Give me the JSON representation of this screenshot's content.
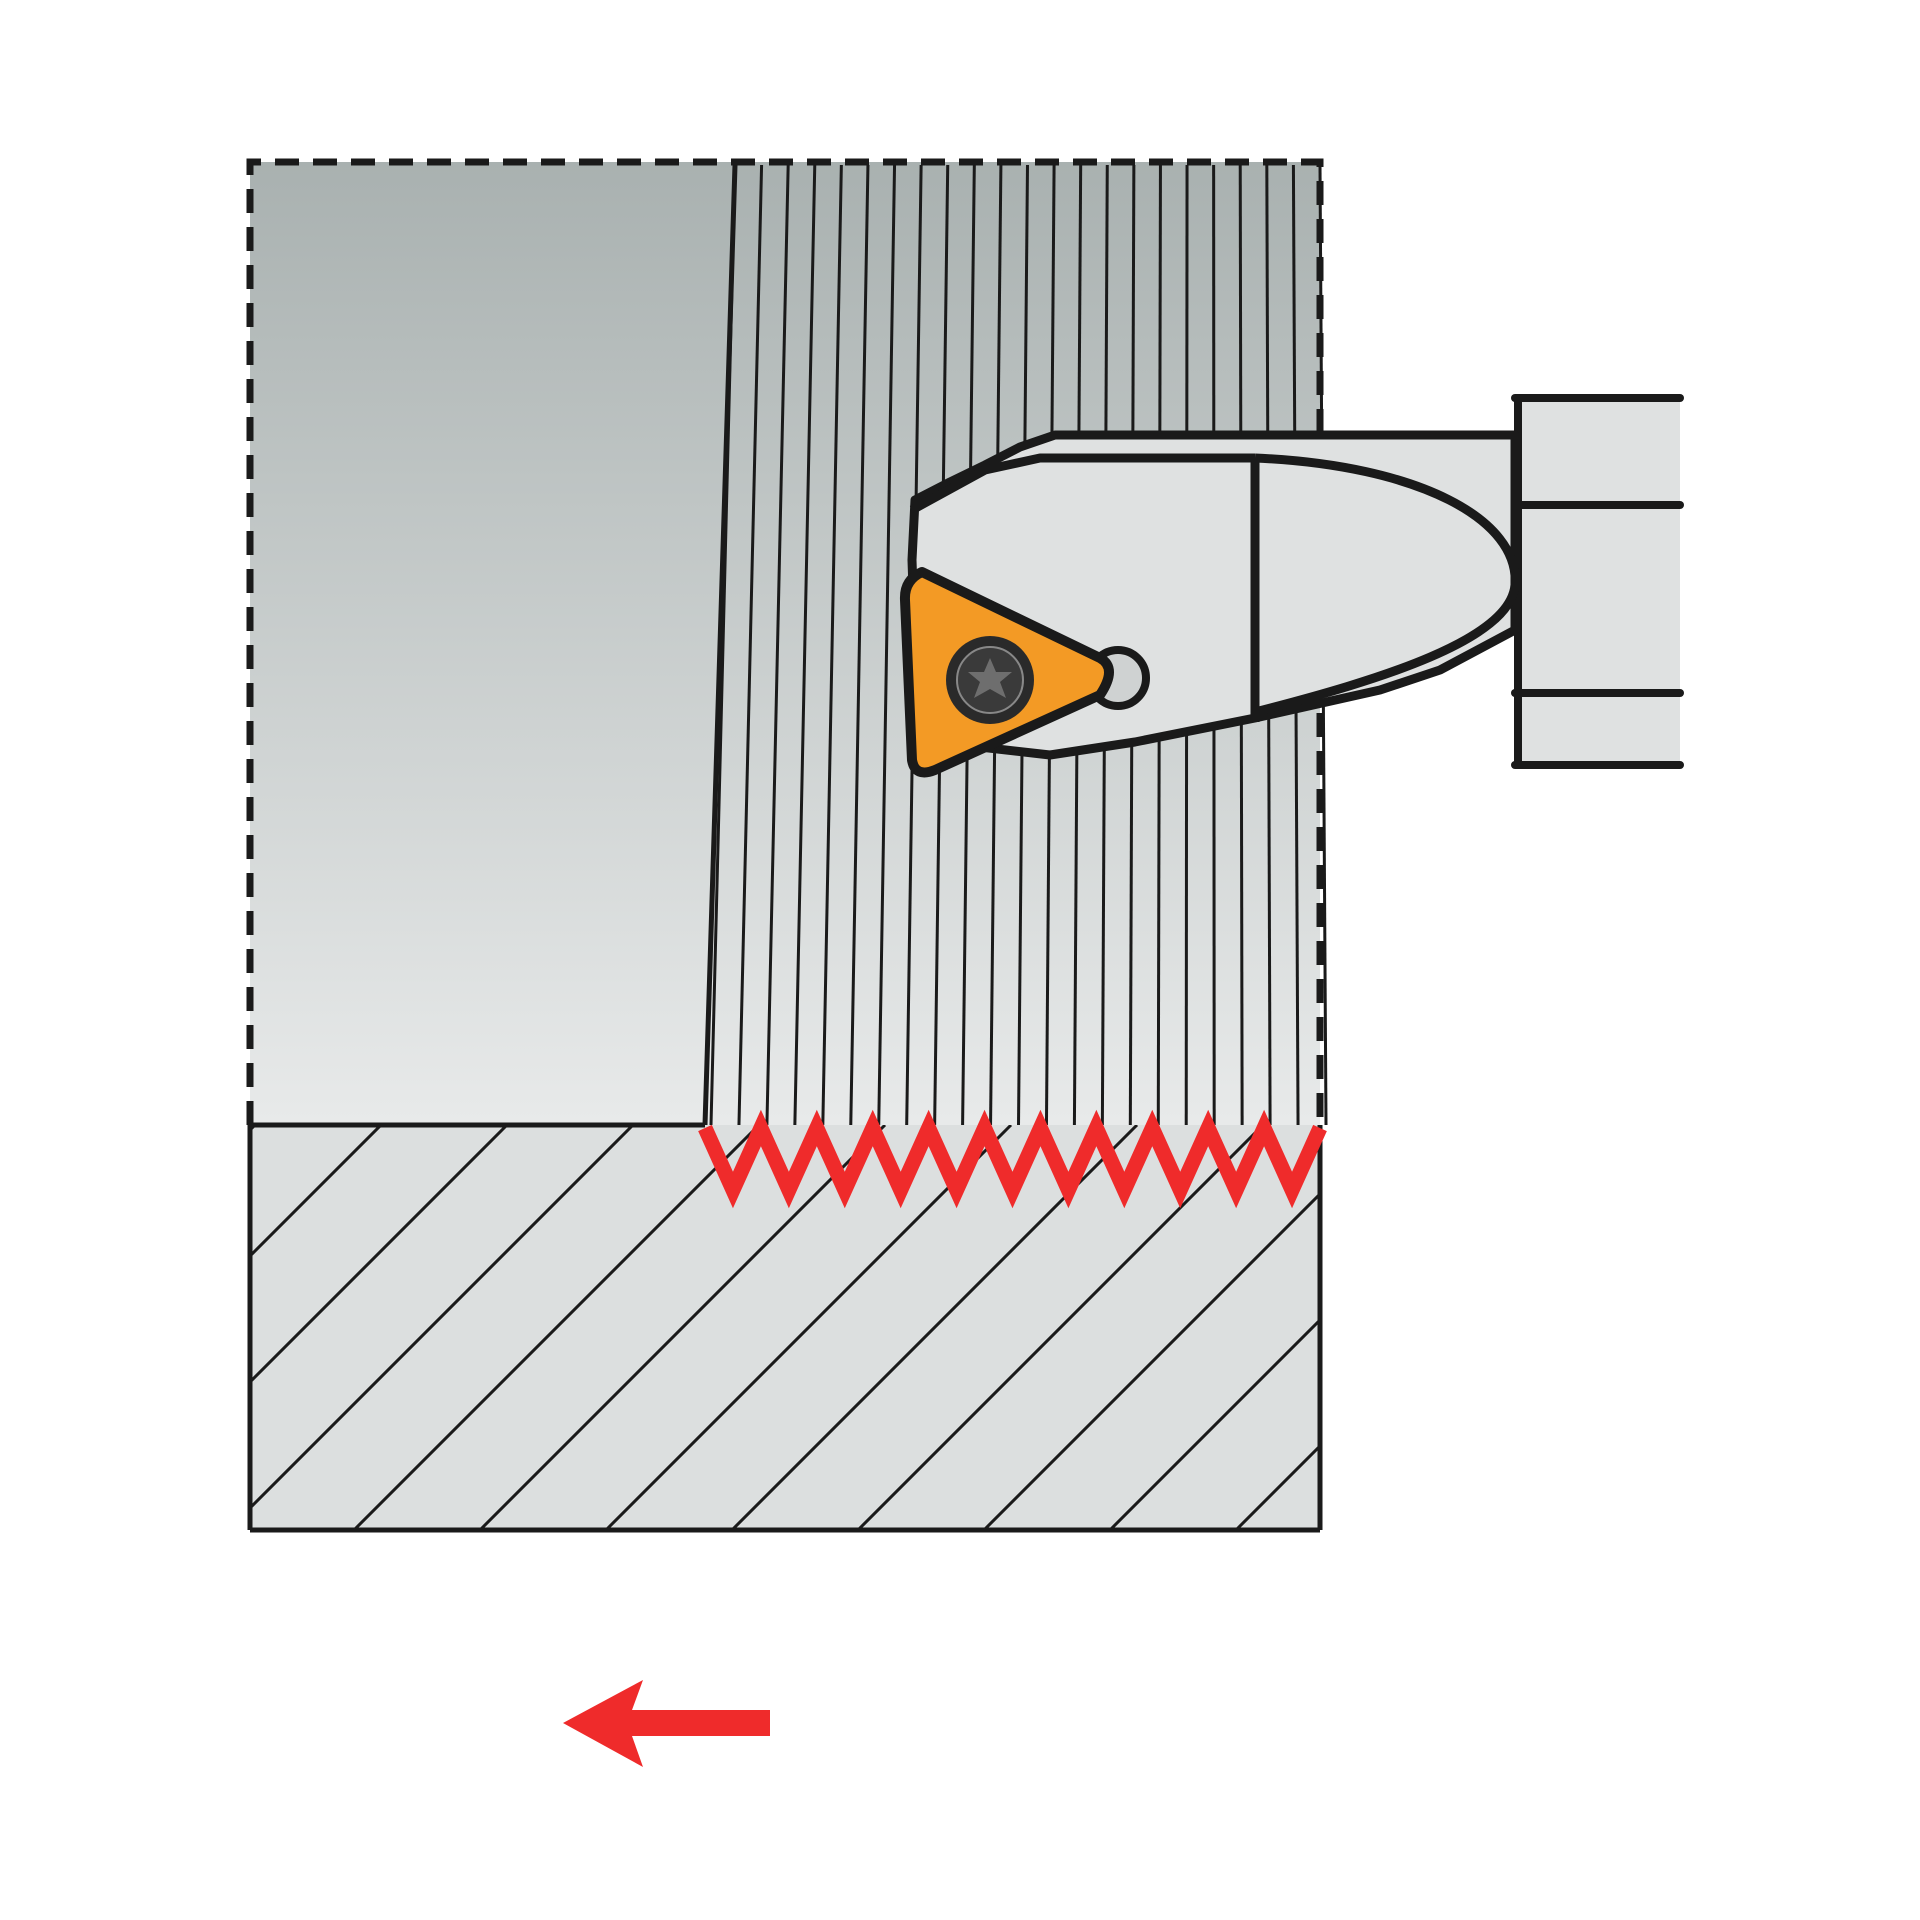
{
  "diagram": {
    "kind": "internal thread turning illustration",
    "thread_teeth_count": 11,
    "cutting_direction": "left",
    "colors": {
      "background": "#ffffff",
      "outline": "#1a1a1a",
      "bore_gradient_top": "#a9b1b0",
      "bore_gradient_bottom": "#e8eaea",
      "workpiece_fill": "#dcdfdf",
      "holder_fill": "#dfe1e1",
      "insert_fill": "#f39a25",
      "thread_profile": "#ef2b2b",
      "feed_arrow": "#ef2b2b"
    },
    "icons": {
      "insert_screw": "torx-screw-icon",
      "feed_arrow": "arrow-left-icon"
    }
  }
}
